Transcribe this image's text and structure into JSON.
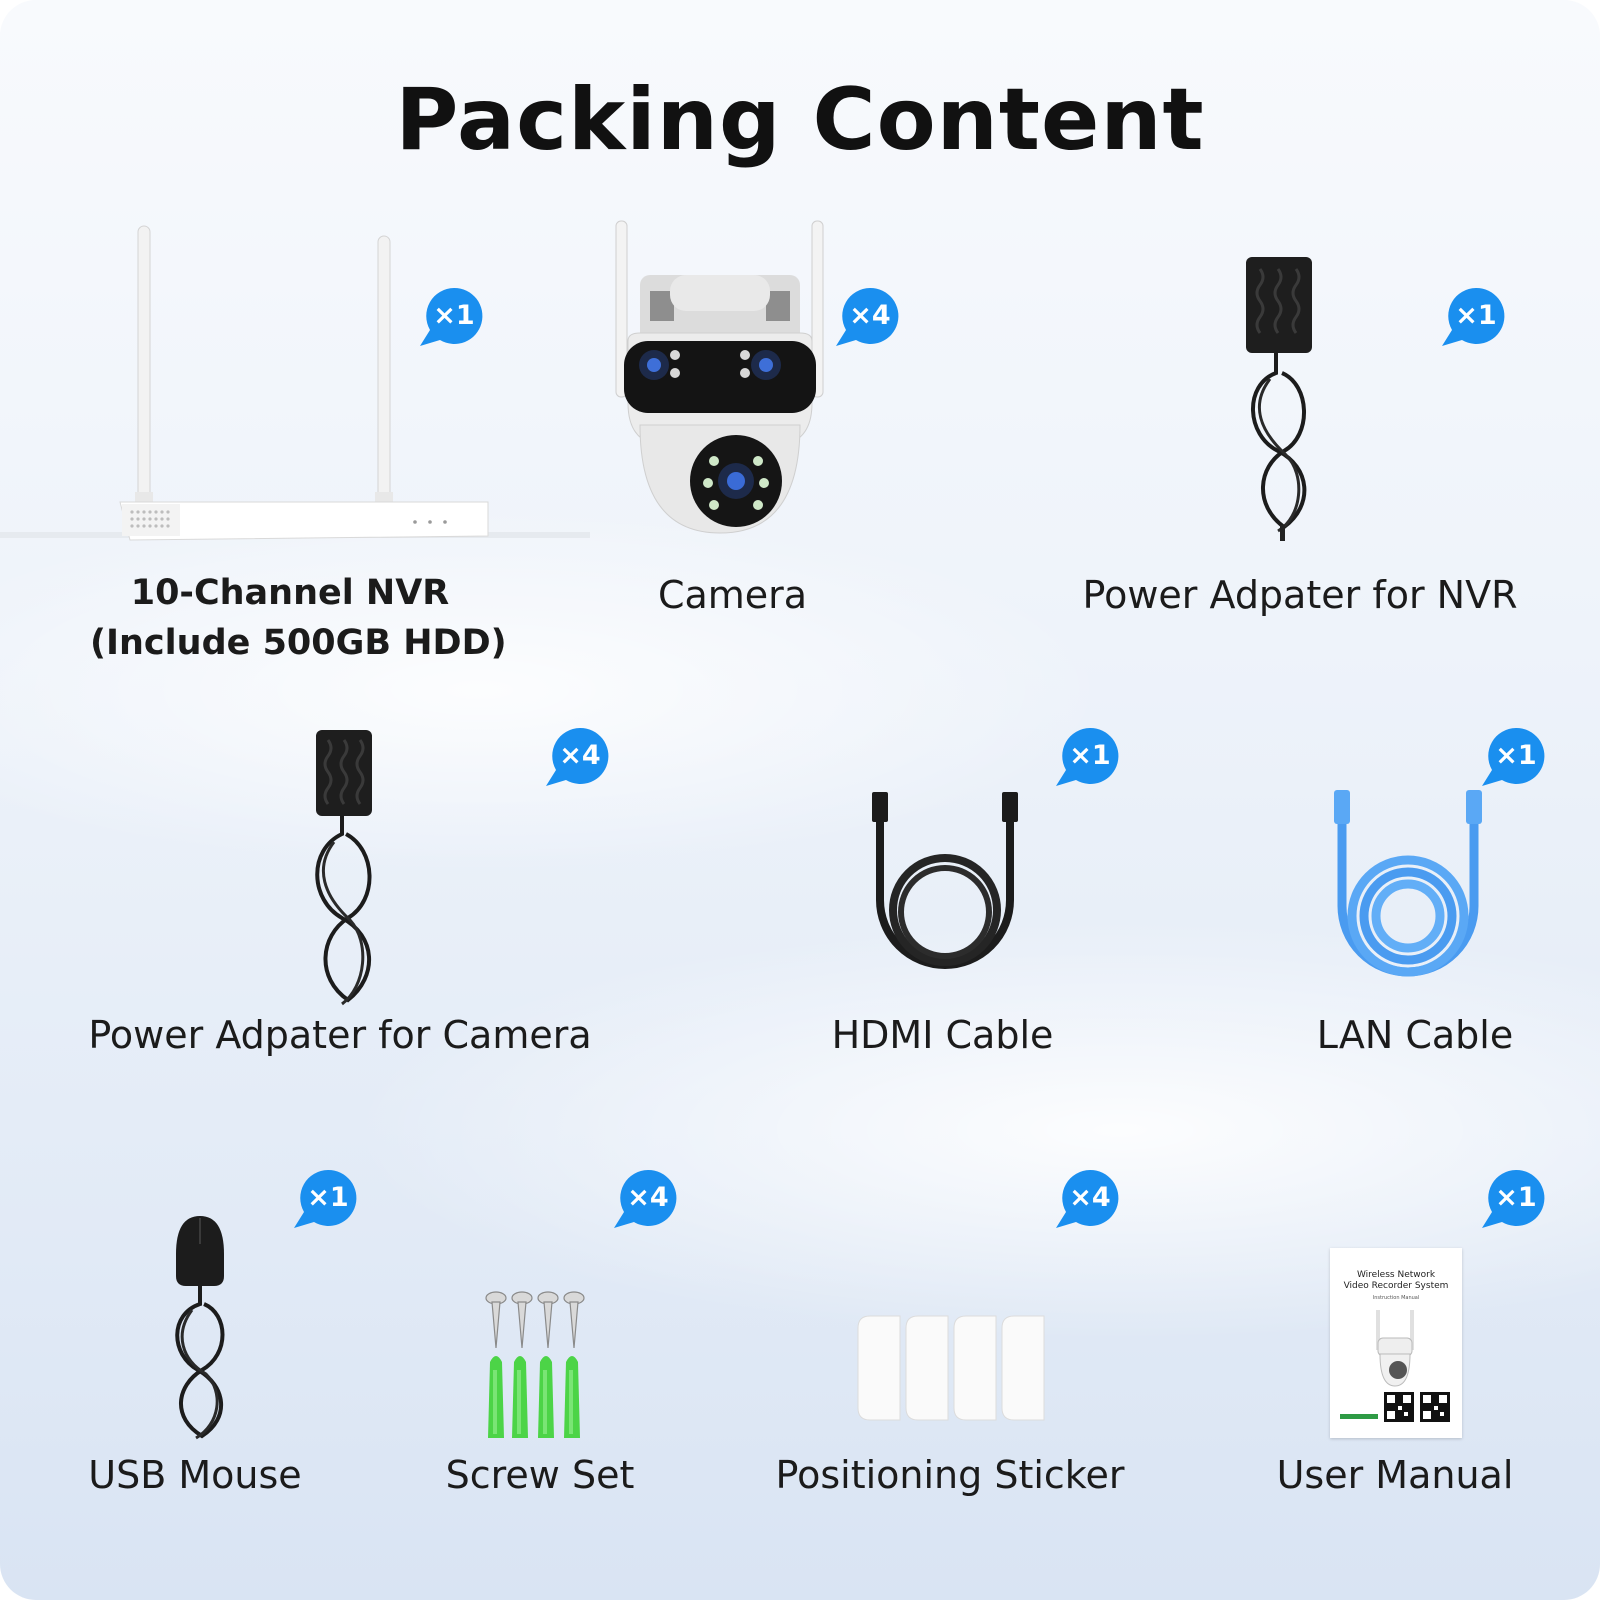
{
  "title": "Packing Content",
  "colors": {
    "badge": "#1a8fef",
    "title_text": "#111111",
    "label_text": "#1b1b1b",
    "lan_cable": "#4a9bf0",
    "anchor": "#5cd95a"
  },
  "items": [
    {
      "label_lines": [
        "10-Channel NVR",
        "(Include 500GB HDD)"
      ],
      "quantity": "×1",
      "icon": "nvr-icon"
    },
    {
      "label_lines": [
        "Camera"
      ],
      "quantity": "×4",
      "icon": "camera-icon"
    },
    {
      "label_lines": [
        "Power Adpater for NVR"
      ],
      "quantity": "×1",
      "icon": "power-adapter-icon"
    },
    {
      "label_lines": [
        "Power Adpater for Camera"
      ],
      "quantity": "×4",
      "icon": "power-adapter-icon"
    },
    {
      "label_lines": [
        "HDMI Cable"
      ],
      "quantity": "×1",
      "icon": "hdmi-cable-icon"
    },
    {
      "label_lines": [
        "LAN Cable"
      ],
      "quantity": "×1",
      "icon": "lan-cable-icon"
    },
    {
      "label_lines": [
        "USB Mouse"
      ],
      "quantity": "×1",
      "icon": "usb-mouse-icon"
    },
    {
      "label_lines": [
        "Screw Set"
      ],
      "quantity": "×4",
      "icon": "screw-set-icon"
    },
    {
      "label_lines": [
        "Positioning Sticker"
      ],
      "quantity": "×4",
      "icon": "sticker-icon"
    },
    {
      "label_lines": [
        "User Manual"
      ],
      "quantity": "×1",
      "icon": "manual-icon"
    }
  ],
  "manual_cover": {
    "heading_lines": [
      "Wireless Network",
      "Video Recorder System"
    ],
    "subtitle": "Instruction Manual"
  }
}
